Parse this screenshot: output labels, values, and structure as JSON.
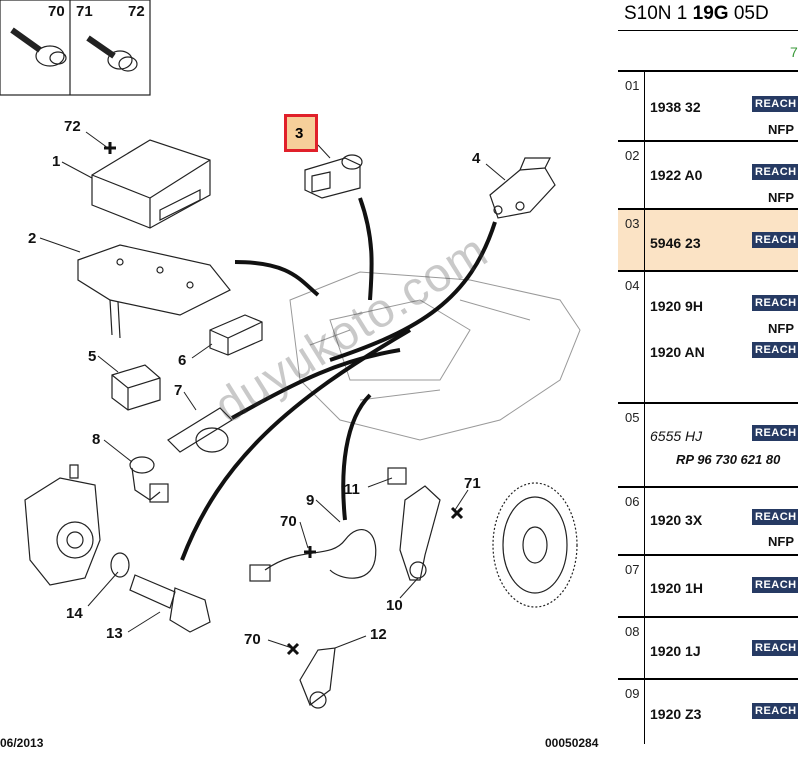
{
  "diagram": {
    "callouts": [
      "70",
      "71",
      "72",
      "72",
      "1",
      "2",
      "3",
      "4",
      "5",
      "6",
      "7",
      "8",
      "9",
      "70",
      "71",
      "11",
      "10",
      "14",
      "13",
      "70",
      "12"
    ],
    "footer_left": "06/2013",
    "footer_right": "00050284",
    "watermark": "duyukoto.com"
  },
  "panel": {
    "title_prefix": "S10N 1 ",
    "title_bold": "19G",
    "title_suffix": " 05D",
    "subheader_text": "7",
    "rows": [
      {
        "num": "01",
        "ref": "1938 32",
        "reach": "REACH",
        "nfp": "NFP"
      },
      {
        "num": "02",
        "ref": "1922 A0",
        "reach": "REACH",
        "nfp": "NFP"
      },
      {
        "num": "03",
        "ref": "5946 23",
        "reach": "REACH"
      },
      {
        "num": "04",
        "ref": "1920 9H",
        "reach": "REACH",
        "nfp": "NFP",
        "ref2": "1920 AN",
        "reach2": "REACH"
      },
      {
        "num": "05",
        "ref": "6555 HJ",
        "reach": "REACH",
        "extra": "RP 96 730 621 80"
      },
      {
        "num": "06",
        "ref": "1920 3X",
        "reach": "REACH",
        "nfp": "NFP"
      },
      {
        "num": "07",
        "ref": "1920 1H",
        "reach": "REACH"
      },
      {
        "num": "08",
        "ref": "1920 1J",
        "reach": "REACH"
      },
      {
        "num": "09",
        "ref": "1920 Z3",
        "reach": "REACH"
      }
    ]
  }
}
